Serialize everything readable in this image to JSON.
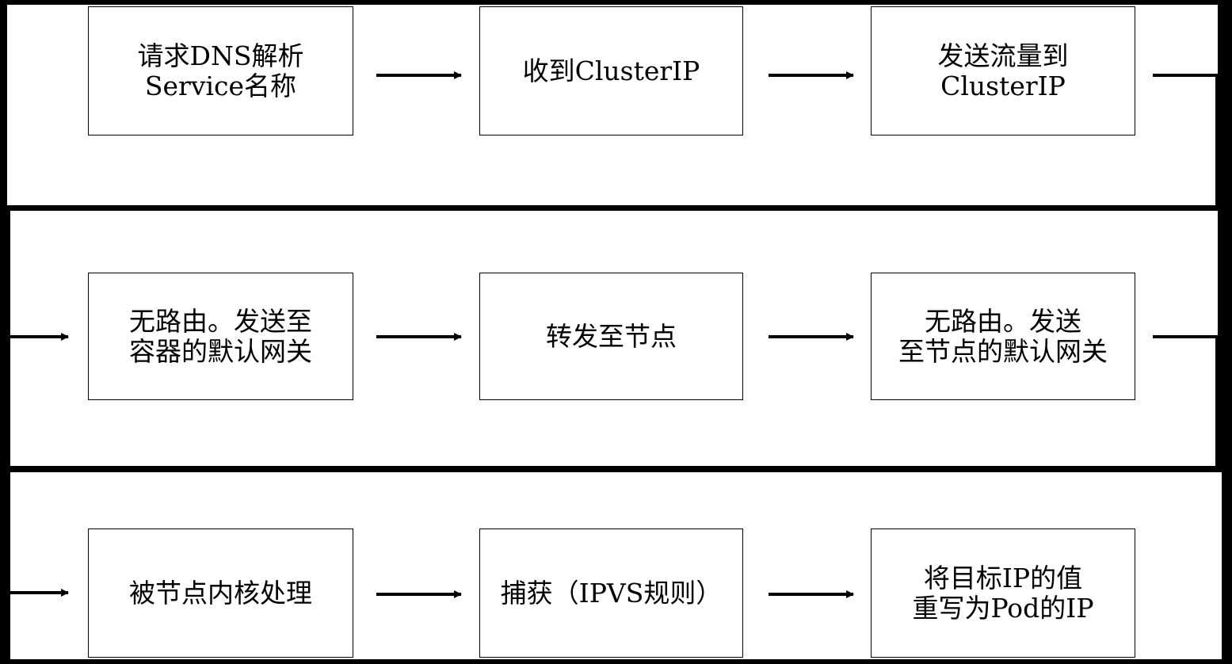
{
  "diagram": {
    "rows": [
      {
        "steps": [
          {
            "id": "step-dns",
            "label": "请求DNS解析\nService名称"
          },
          {
            "id": "step-receive-ip",
            "label": "收到ClusterIP"
          },
          {
            "id": "step-send-traffic",
            "label": "发送流量到\nClusterIP"
          }
        ]
      },
      {
        "steps": [
          {
            "id": "step-container-gateway",
            "label": "无路由。发送至\n容器的默认网关"
          },
          {
            "id": "step-forward-node",
            "label": "转发至节点"
          },
          {
            "id": "step-node-gateway",
            "label": "无路由。发送\n至节点的默认网关"
          }
        ]
      },
      {
        "steps": [
          {
            "id": "step-kernel",
            "label": "被节点内核处理"
          },
          {
            "id": "step-ipvs",
            "label": "捕获（IPVS规则）"
          },
          {
            "id": "step-rewrite",
            "label": "将目标IP的值\n重写为Pod的IP"
          }
        ]
      }
    ]
  },
  "colors": {
    "background": "#000000",
    "band": "#ffffff",
    "stroke": "#000000"
  }
}
